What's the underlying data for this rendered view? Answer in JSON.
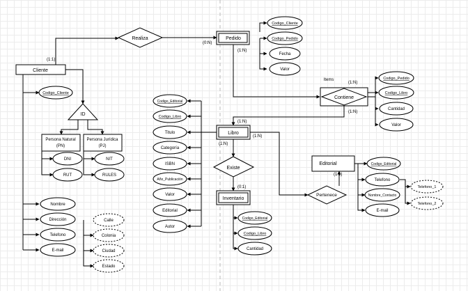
{
  "entities": {
    "cliente": "Cliente",
    "pedido": "Pedido",
    "libro": "Libro",
    "inventario": "Inventario",
    "editorial": "Editorial",
    "persona_natural": "Persona Natural",
    "persona_natural_abbr": "(PN)",
    "persona_juridica": "Persona Jurídica",
    "persona_juridica_abbr": "(PJ)"
  },
  "relationships": {
    "realiza": "Realiza",
    "contiene": "Contiene",
    "contiene_tag": "Items",
    "existe": "Existe",
    "pertenece": "Pertenece",
    "id": "ID"
  },
  "attributes": {
    "cliente": {
      "codigo": "Codigo_Cliente",
      "nombre": "Nombre",
      "direccion": "Dirección",
      "telefono": "Telefono",
      "email": "E-mail",
      "dir_parts": [
        "Calle",
        "Colonia",
        "Ciudad",
        "Estado"
      ]
    },
    "persona_natural": [
      "DNI",
      "RUT"
    ],
    "persona_juridica": [
      "NIT",
      "RULES"
    ],
    "pedido": [
      "Codigo_Cliente",
      "Codigo_Pedido",
      "Fecha",
      "Valor"
    ],
    "contiene": [
      "Codigo_Pedido",
      "Codigo_Libro",
      "Cantidad",
      "Valor"
    ],
    "libro": [
      "Codigo_Editorial",
      "Codigo_Libro",
      "Titulo",
      "Categoría",
      "ISBN",
      "Año_Publicación",
      "Valor",
      "Editorial",
      "Autor"
    ],
    "inventario": [
      "Codigo_Editorial",
      "Codigo_Libro",
      "Cantidad"
    ],
    "editorial": {
      "codigo": "Codigo_Editorial",
      "telefono": "Telefono",
      "nombre_contacto": "Nombre_Contacto",
      "email": "E-mail",
      "telefonos": [
        "Telefono_1",
        "Telefono_2"
      ]
    }
  },
  "cardinalities": {
    "cliente_realiza": "(1:1)",
    "realiza_pedido": "(0:N)",
    "pedido_contiene": "(1:N)",
    "contiene_right": "(1:N)",
    "contiene_down": "(1:N)",
    "libro_top": "(1:N)",
    "libro_right": "(1:N)",
    "libro_existe": "(1:N)",
    "existe_inventario": "(0:1)",
    "pertenece_editorial": "(1:1)"
  }
}
